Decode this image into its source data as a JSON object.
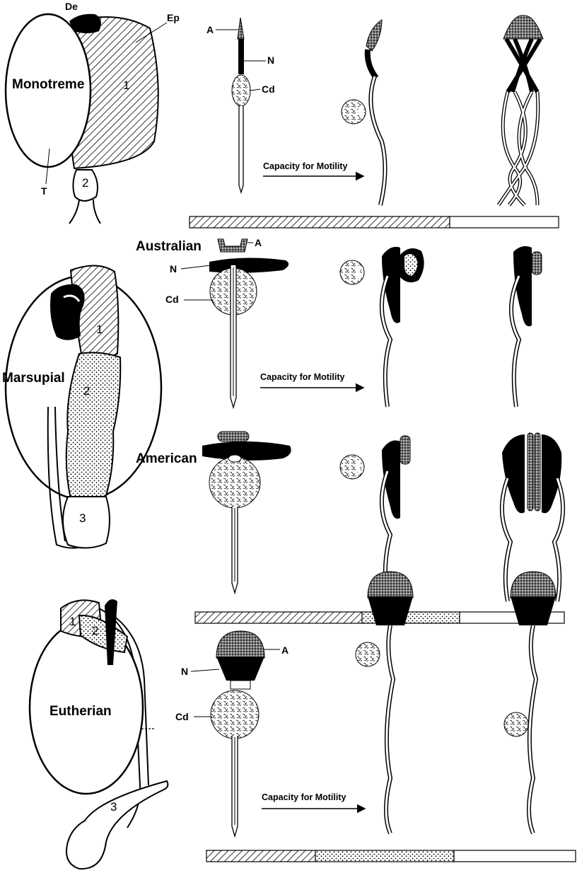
{
  "sections": {
    "monotreme": {
      "name": "Monotreme",
      "labels": {
        "de": "De",
        "ep": "Ep",
        "t": "T",
        "a": "A",
        "n": "N",
        "cd": "Cd"
      },
      "regions": [
        "1",
        "2"
      ],
      "arrow_caption": "Capacity for Motility"
    },
    "marsupial": {
      "name": "Marsupial",
      "regions": [
        "1",
        "2",
        "3"
      ],
      "australian": {
        "name": "Australian",
        "labels": {
          "a": "A",
          "n": "N",
          "cd": "Cd"
        },
        "arrow_caption": "Capacity for Motility"
      },
      "american": {
        "name": "American"
      }
    },
    "eutherian": {
      "name": "Eutherian",
      "labels": {
        "a": "A",
        "n": "N",
        "cd": "Cd"
      },
      "regions": [
        "1",
        "2",
        "3"
      ],
      "arrow_caption": "Capacity for Motility"
    }
  },
  "colors": {
    "ink": "#000000",
    "paper": "#ffffff"
  }
}
